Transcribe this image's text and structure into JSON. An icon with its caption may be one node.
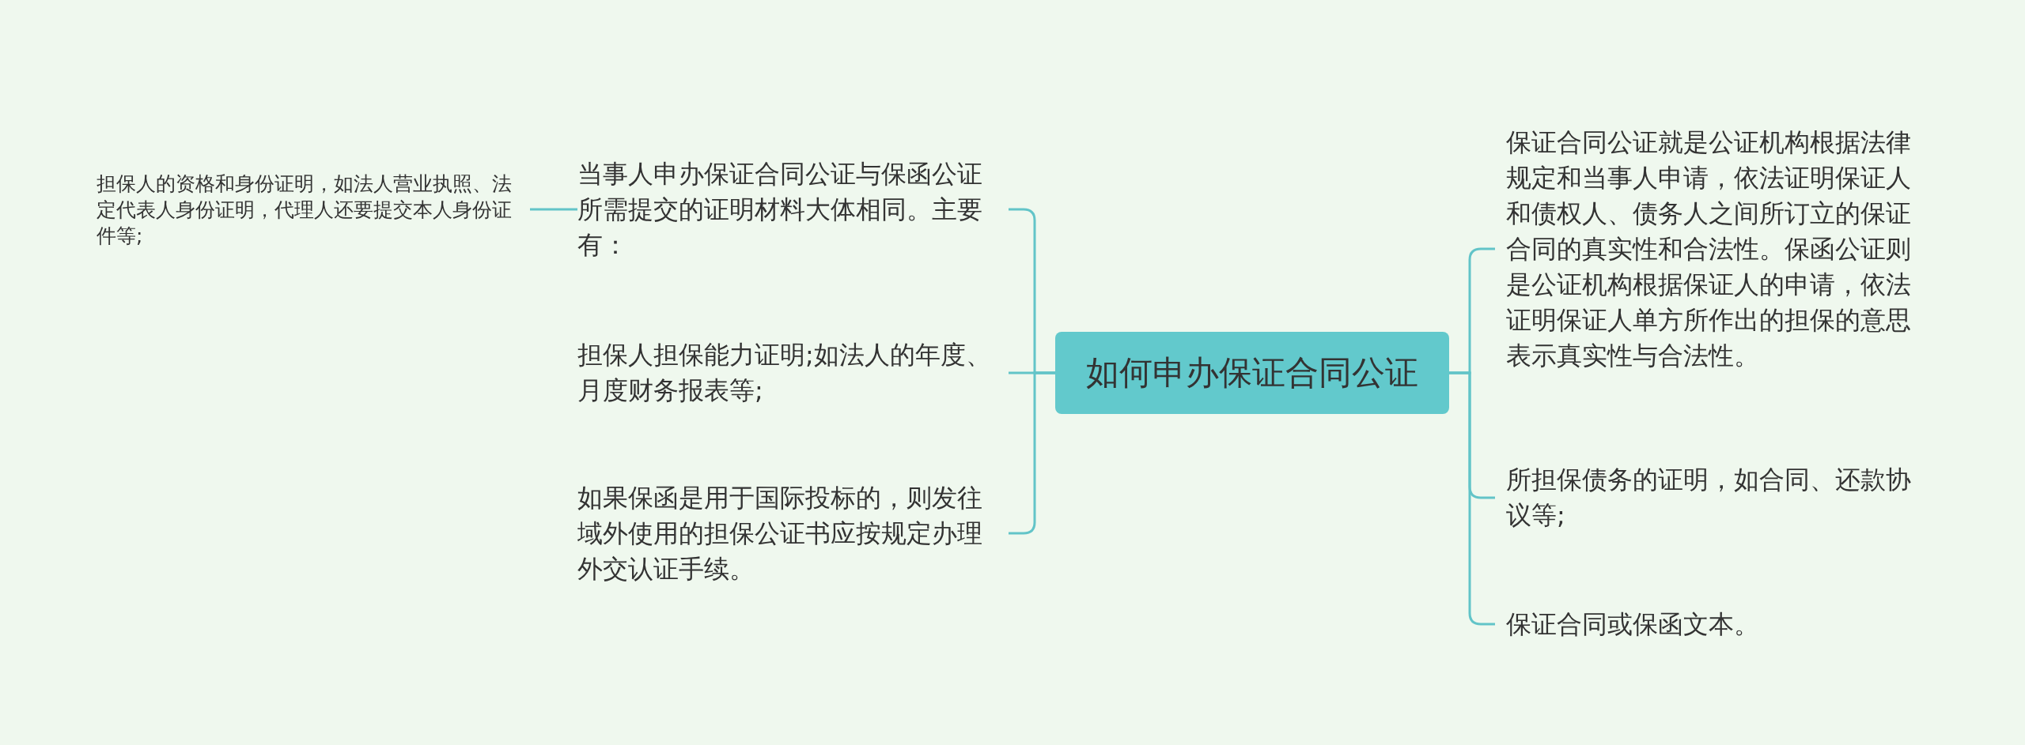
{
  "diagram": {
    "nodes": [
      {
        "text": [
          "如何申办保证合同公证"
        ]
      },
      {
        "text": [
          "当事人申办保证合同公证与保函公证所需提交的证明材料大体相同。主要有："
        ]
      },
      {
        "text": [
          "担保人的资格和身份证明，如法人营业执照、法定代表人身份证明，代理人还要提交本人身份证件等;"
        ]
      },
      {
        "text": [
          "担保人担保能力证明;如法人的年度、月度财务报表等;"
        ]
      },
      {
        "text": [
          "如果保函是用于国际投标的，则发往域外使用的担保公证书应按规定办理外交认证手续。"
        ]
      },
      {
        "text": [
          "保证合同公证就是公证机构根据法律规定和当事人申请，依法证明保证人和债权人、债务人之间所订立的保证合同的真实性和合法性。保函公证则是公证机构根据保证人的申请，依法证明保证人单方所作出的担保的意思表示真实性与合法性。"
        ]
      },
      {
        "text": [
          "所担保债务的证明，如合同、还款协议等;"
        ]
      },
      {
        "text": [
          "保证合同或保函文本。"
        ]
      }
    ],
    "edges": [
      {
        "from": 0,
        "to": 1,
        "arrow": "none"
      },
      {
        "from": 1,
        "to": 2,
        "arrow": "none"
      },
      {
        "from": 0,
        "to": 3,
        "arrow": "none"
      },
      {
        "from": 0,
        "to": 4,
        "arrow": "none"
      },
      {
        "from": 0,
        "to": 5,
        "arrow": "none"
      },
      {
        "from": 0,
        "to": 6,
        "arrow": "none"
      },
      {
        "from": 0,
        "to": 7,
        "arrow": "none"
      }
    ]
  }
}
